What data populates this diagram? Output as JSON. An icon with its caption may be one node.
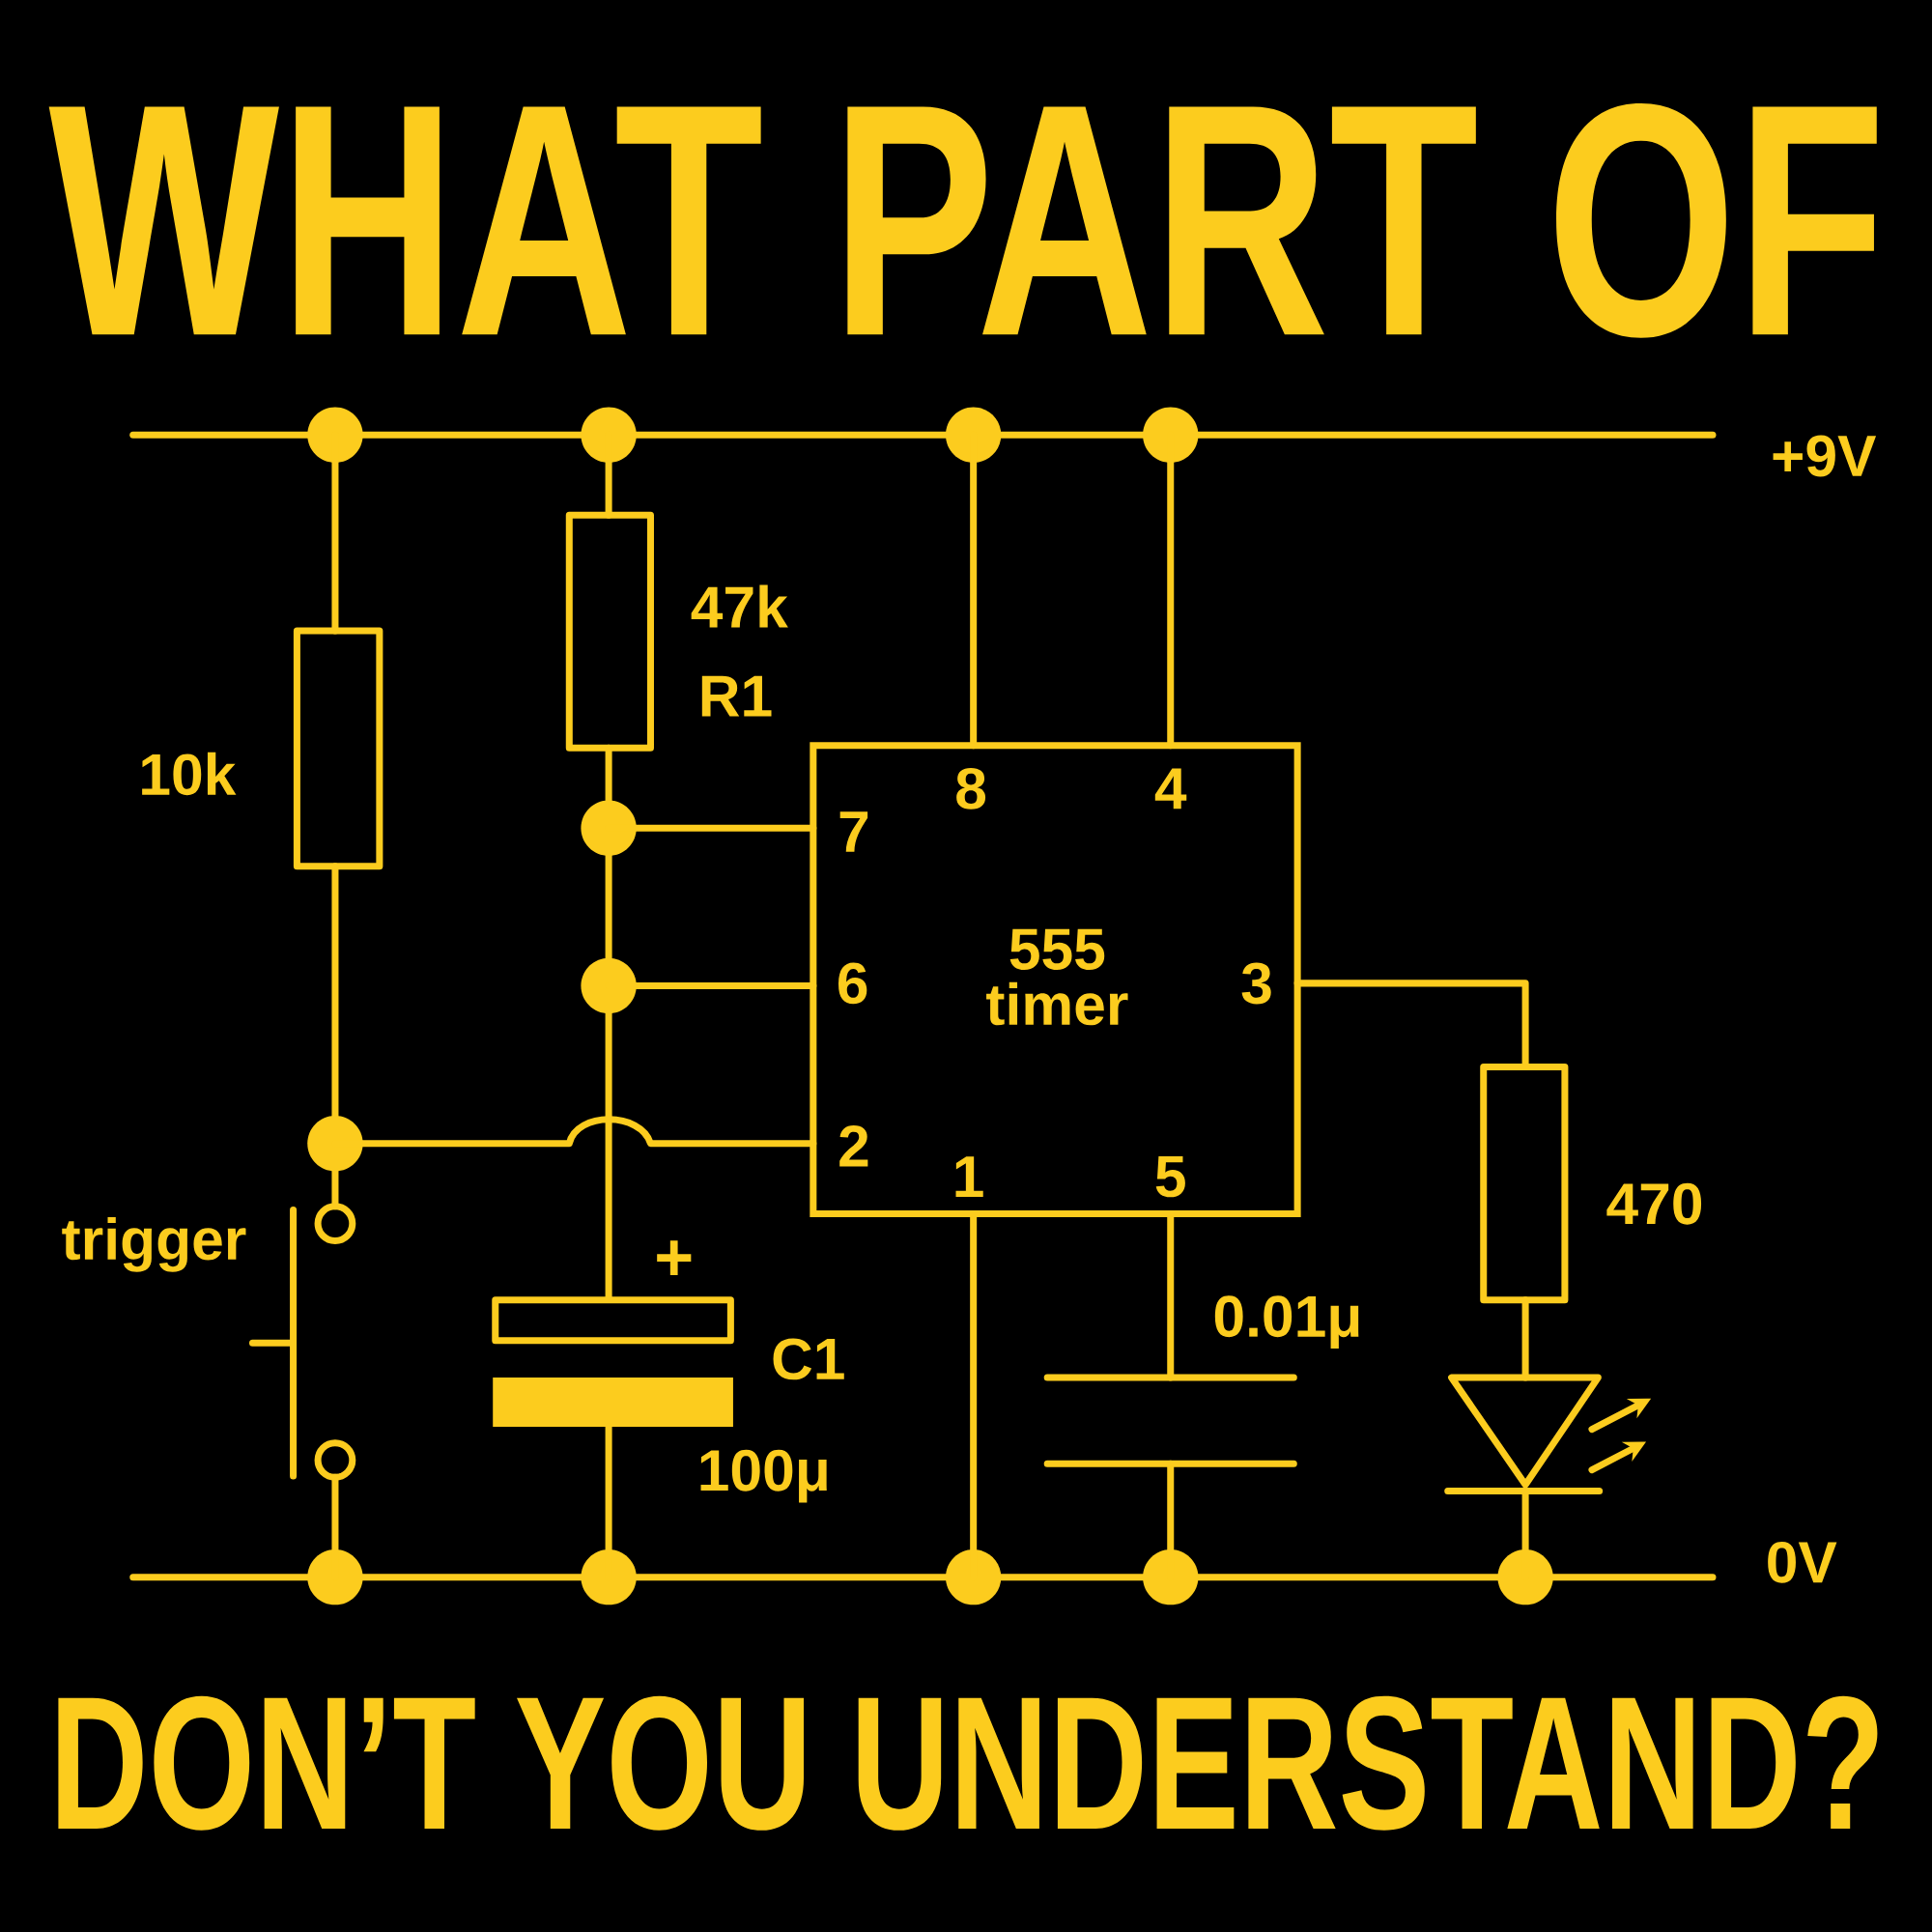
{
  "diagram": {
    "title": "WHAT PART OF",
    "caption": "DON’T YOU UNDERSTAND?",
    "nodes": [
      {
        "text": [
          "8",
          "4",
          "7",
          "6",
          "555 timer",
          "3",
          "2",
          "1",
          "5"
        ]
      }
    ],
    "labels": [
      "+9V",
      "47k",
      "R1",
      "10k",
      "470",
      "trigger",
      "+",
      "0.01μ",
      "C1",
      "100μ",
      "0V"
    ]
  }
}
